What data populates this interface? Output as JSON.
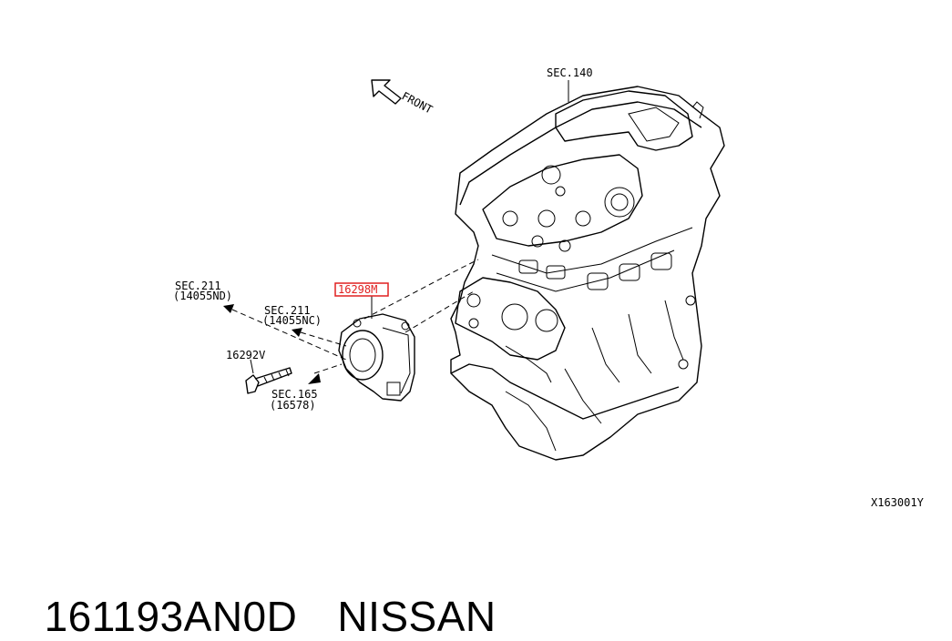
{
  "diagram": {
    "labels": {
      "sec140": "SEC.140",
      "front": "FRONT",
      "sec211a": "SEC.211",
      "sec211a_code": "(14055ND)",
      "sec211b": "SEC.211",
      "sec211b_code": "(14055NC)",
      "part_16298m": "16298M",
      "part_16292v": "16292V",
      "sec165": "SEC.165",
      "sec165_code": "(16578)",
      "drawing_id": "X163001Y"
    },
    "highlight_color": "#e02020"
  },
  "caption": {
    "part_number": "161193AN0D",
    "brand": "NISSAN"
  }
}
